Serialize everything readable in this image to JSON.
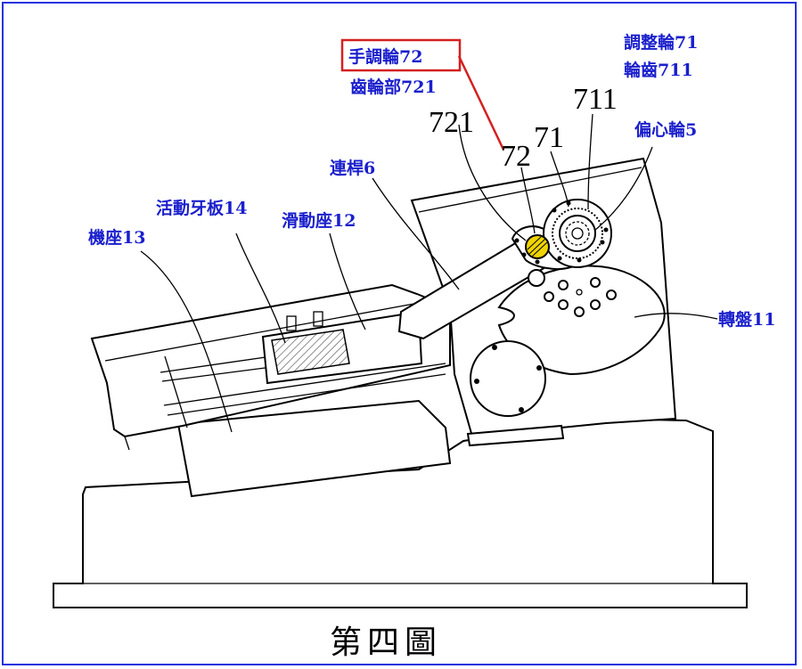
{
  "labels": {
    "hand_wheel": "手調輪72",
    "gear_part": "齒輪部721",
    "adjust_wheel": "調整輪71",
    "wheel_teeth": "輪齒711",
    "eccentric_wheel": "偏心輪5",
    "connecting_rod": "連桿6",
    "movable_jaw_plate": "活動牙板14",
    "slide_seat": "滑動座12",
    "machine_base": "機座13",
    "turntable": "轉盤11"
  },
  "numerals": {
    "n711": "711",
    "n721": "721",
    "n71": "71",
    "n72": "72"
  },
  "caption": "第四圖",
  "colors": {
    "border": "#2233dd",
    "label_text": "#1a1fcc",
    "highlight_box": "#d42020",
    "highlight_fill": "#f0d400"
  }
}
